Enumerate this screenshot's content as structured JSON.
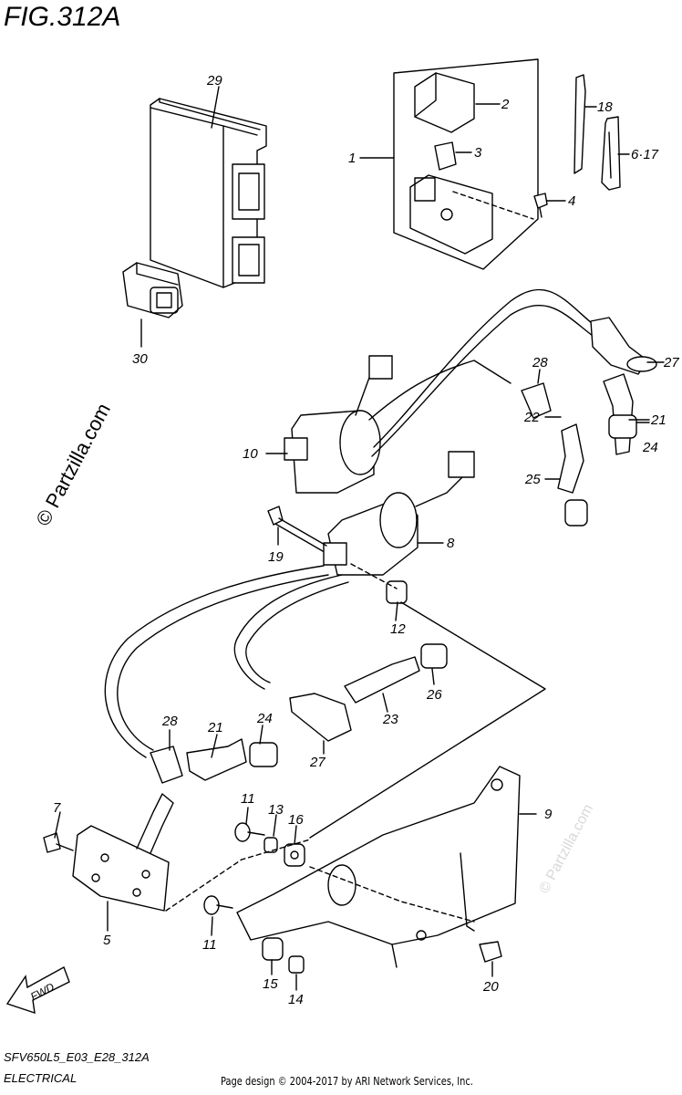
{
  "header": {
    "figure_title": "FIG.312A"
  },
  "watermark": {
    "text": "© Partzilla.com",
    "faint_text": "© Partzilla.com"
  },
  "callouts": {
    "c29": "29",
    "c2": "2",
    "c1": "1",
    "c3": "3",
    "c4": "4",
    "c18": "18",
    "c6_17": "6·17",
    "c30": "30",
    "c28a": "28",
    "c27a": "27",
    "c21a": "21",
    "c22": "22",
    "c24a": "24",
    "c25": "25",
    "c10": "10",
    "c8": "8",
    "c19": "19",
    "c12": "12",
    "c26": "26",
    "c23": "23",
    "c28b": "28",
    "c24b": "24",
    "c21b": "21",
    "c27b": "27",
    "c7": "7",
    "c11a": "11",
    "c13": "13",
    "c16": "16",
    "c9": "9",
    "c5": "5",
    "c11b": "11",
    "c15": "15",
    "c14": "14",
    "c20": "20"
  },
  "fwd_label": "FWD",
  "footer": {
    "code": "SFV650L5_E03_E28_312A",
    "section": "ELECTRICAL",
    "credit": "Page design © 2004-2017 by ARI Network Services, Inc."
  }
}
